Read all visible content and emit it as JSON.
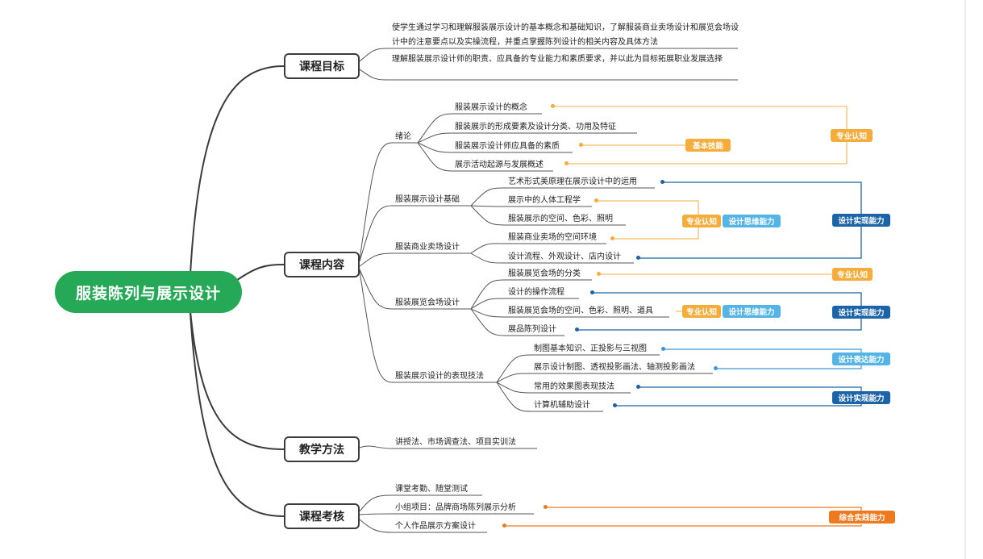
{
  "root": "服装陈列与展示设计",
  "goals": {
    "title": "课程目标",
    "items": [
      "使学生通过学习和理解服装展示设计的基本概念和基础知识，了解服装商业卖场设计和展览会场设计中的注意要点以及实操流程，并重点掌握陈列设计的相关内容及具体方法",
      "理解服装展示设计师的职责、应具备的专业能力和素质要求，并以此为目标拓展职业发展选择"
    ]
  },
  "content": {
    "title": "课程内容",
    "intro": {
      "title": "绪论",
      "items": [
        "服装展示设计的概念",
        "服装展示的形成要素及设计分类、功用及特征",
        "服装展示设计师应具备的素质",
        "展示活动起源与发展概述"
      ]
    },
    "basics": {
      "title": "服装展示设计基础",
      "items": [
        "艺术形式美原理在展示设计中的运用",
        "展示中的人体工程学",
        "服装展示的空间、色彩、照明"
      ]
    },
    "retail": {
      "title": "服装商业卖场设计",
      "items": [
        "服装商业卖场的空间环境",
        "设计流程、外观设计、店内设计"
      ]
    },
    "exhibition": {
      "title": "服装展览会场设计",
      "items": [
        "服装展览会场的分类",
        "设计的操作流程",
        "服装展览会场的空间、色彩、照明、道具",
        "展品陈列设计"
      ]
    },
    "techniques": {
      "title": "服装展示设计的表现技法",
      "items": [
        "制图基本知识、正投影与三视图",
        "展示设计制图、透视投影画法、轴测投影画法",
        "常用的效果图表现技法",
        "计算机辅助设计"
      ]
    }
  },
  "methods": {
    "title": "教学方法",
    "items": [
      "讲授法、市场调查法、项目实训法"
    ]
  },
  "assessment": {
    "title": "课程考核",
    "items": [
      "课堂考勤、随堂测试",
      "小组项目：品牌商场陈列展示分析",
      "个人作品展示方案设计"
    ]
  },
  "tags": {
    "professional": "专业认知",
    "basic_skill": "基本技能",
    "design_thinking": "设计思维能力",
    "design_realization": "设计实现能力",
    "design_expression": "设计表达能力",
    "comprehensive": "综合实践能力"
  },
  "colors": {
    "root": "#25a957",
    "yellow": "#f4ad3b",
    "blue": "#1c64a9",
    "light_blue": "#55b4e6",
    "orange": "#ee7a1f"
  }
}
